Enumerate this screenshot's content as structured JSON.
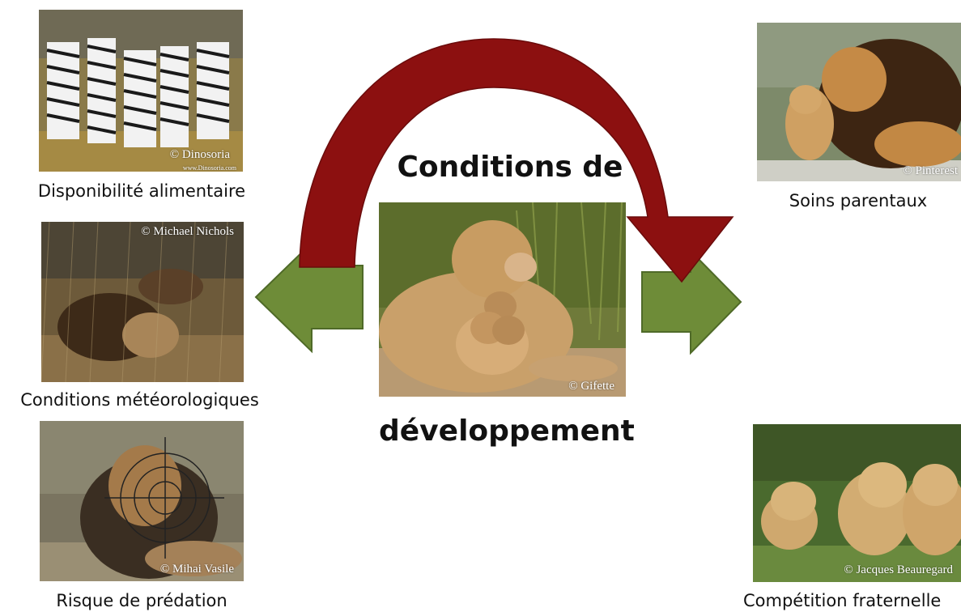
{
  "center": {
    "title_top": "Conditions de",
    "title_bottom": "développement",
    "photo_credit": "© Gifette"
  },
  "factors_left": [
    {
      "caption": "Disponibilité alimentaire",
      "credit": "© Dinosoria",
      "watermark": "www.Dinosoria.com"
    },
    {
      "caption": "Conditions météorologiques",
      "credit": "© Michael Nichols"
    },
    {
      "caption": "Risque de prédation",
      "credit": "© Mihai Vasile"
    }
  ],
  "factors_right": [
    {
      "caption": "Soins parentaux",
      "credit": "© Pinterest"
    },
    {
      "caption": "Compétition fraternelle",
      "credit": "© Jacques Beauregard"
    }
  ],
  "colors": {
    "curved_arrow": "#8c1010",
    "side_arrows": "#6e8c38",
    "side_arrow_border": "#4f6a28"
  }
}
